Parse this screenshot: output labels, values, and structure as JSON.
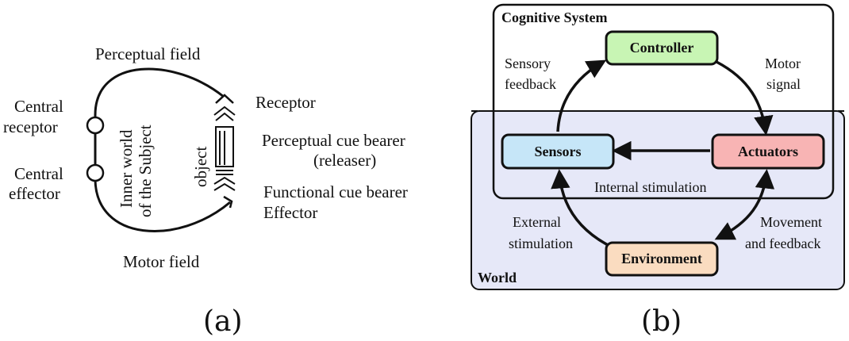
{
  "panel_a": {
    "perceptual_field": "Perceptual field",
    "motor_field": "Motor field",
    "central_receptor": [
      "Central",
      "receptor"
    ],
    "central_effector": [
      "Central",
      "effector"
    ],
    "inner_world": [
      "Inner world",
      "of the Subject"
    ],
    "object": "object",
    "receptor": "Receptor",
    "perceptual_cue": [
      "Perceptual cue bearer",
      "(releaser)"
    ],
    "functional_cue": "Functional cue bearer",
    "effector": "Effector",
    "caption": "(a)"
  },
  "panel_b": {
    "cognitive_system": "Cognitive System",
    "world": "World",
    "boxes": {
      "controller": {
        "label": "Controller",
        "color": "#c8f5b4"
      },
      "sensors": {
        "label": "Sensors",
        "color": "#c6e6f8"
      },
      "actuators": {
        "label": "Actuators",
        "color": "#f8b4b4"
      },
      "environment": {
        "label": "Environment",
        "color": "#fadcc0"
      }
    },
    "world_fill": "#e6e8f8",
    "sensory_feedback": [
      "Sensory",
      "feedback"
    ],
    "motor_signal": [
      "Motor",
      "signal"
    ],
    "internal_stimulation": "Internal stimulation",
    "external_stimulation": [
      "External",
      "stimulation"
    ],
    "movement_feedback": [
      "Movement",
      "and feedback"
    ],
    "caption": "(b)"
  }
}
